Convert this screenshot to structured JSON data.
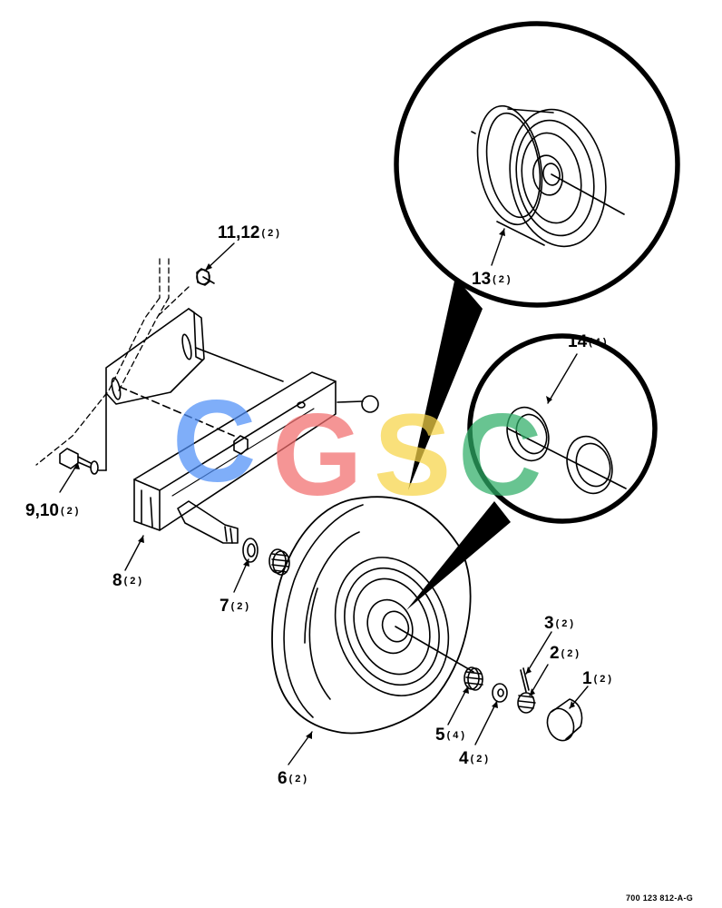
{
  "callouts": [
    {
      "id": "1",
      "label": "1",
      "qty": "(2)"
    },
    {
      "id": "2",
      "label": "2",
      "qty": "(2)"
    },
    {
      "id": "3",
      "label": "3",
      "qty": "(2)"
    },
    {
      "id": "4",
      "label": "4",
      "qty": "(2)"
    },
    {
      "id": "5",
      "label": "5",
      "qty": "(4)"
    },
    {
      "id": "6",
      "label": "6",
      "qty": "(2)"
    },
    {
      "id": "7",
      "label": "7",
      "qty": "(2)"
    },
    {
      "id": "8",
      "label": "8",
      "qty": "(2)"
    },
    {
      "id": "9-10",
      "label": "9,10",
      "qty": "(2)"
    },
    {
      "id": "11-12",
      "label": "11,12",
      "qty": "(2)"
    },
    {
      "id": "13",
      "label": "13",
      "qty": "(2)"
    },
    {
      "id": "14",
      "label": "14",
      "qty": "(4)"
    }
  ],
  "drawing_number": "700 123 812-A-G",
  "watermark": {
    "letters": [
      "C",
      "G",
      "S",
      "C"
    ],
    "colors": [
      "#4f8ff7",
      "#f26d6d",
      "#f7d547",
      "#2fae67"
    ]
  }
}
